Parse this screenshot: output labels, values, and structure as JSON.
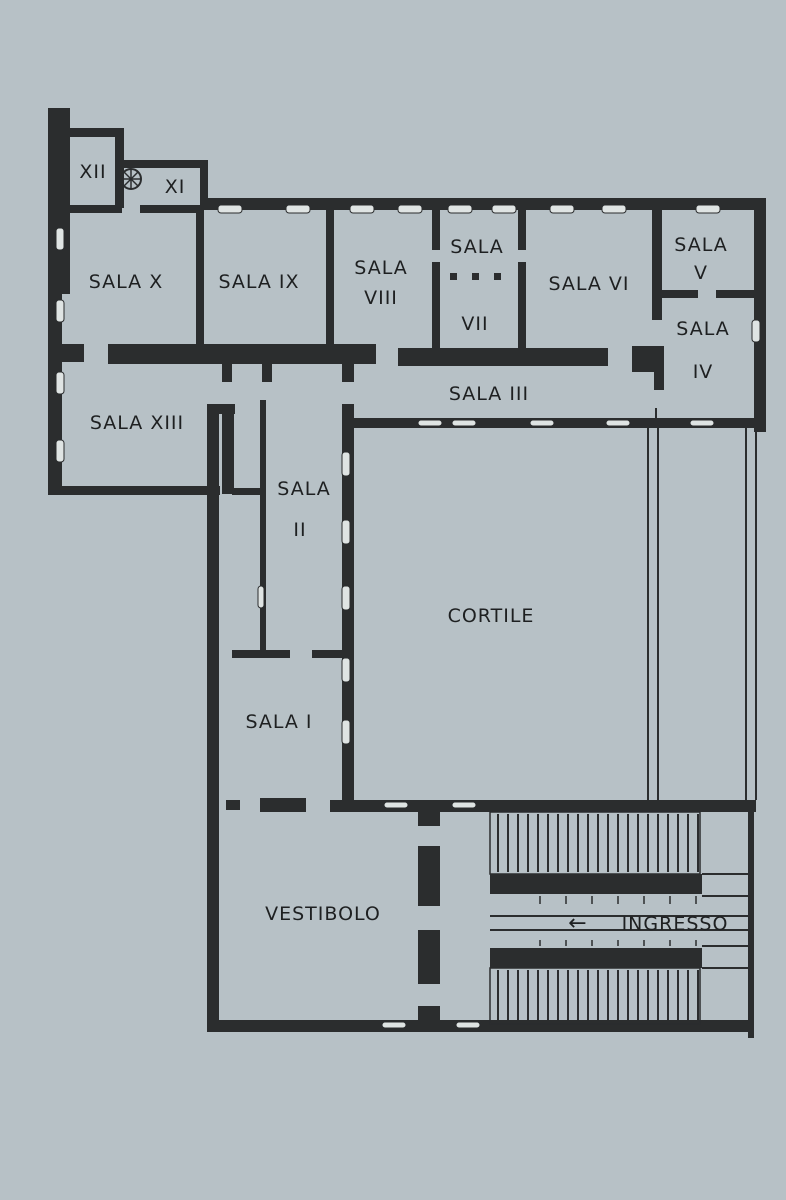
{
  "plan": {
    "rooms": {
      "sala_xii": "XII",
      "sala_xi": "XI",
      "sala_x": "SALA X",
      "sala_ix": "SALA IX",
      "sala_viii_a": "SALA",
      "sala_viii_b": "VIII",
      "sala_vii_a": "SALA",
      "sala_vii_b": "VII",
      "sala_vi": "SALA VI",
      "sala_v_a": "SALA",
      "sala_v_b": "V",
      "sala_iv_a": "SALA",
      "sala_iv_b": "IV",
      "sala_iii": "SALA III",
      "sala_xiii": "SALA XIII",
      "sala_ii_a": "SALA",
      "sala_ii_b": "II",
      "cortile": "CORTILE",
      "sala_i": "SALA I",
      "vestibolo": "VESTIBOLO",
      "ingresso": "INGRESSO"
    },
    "ingresso_arrow": "←"
  }
}
